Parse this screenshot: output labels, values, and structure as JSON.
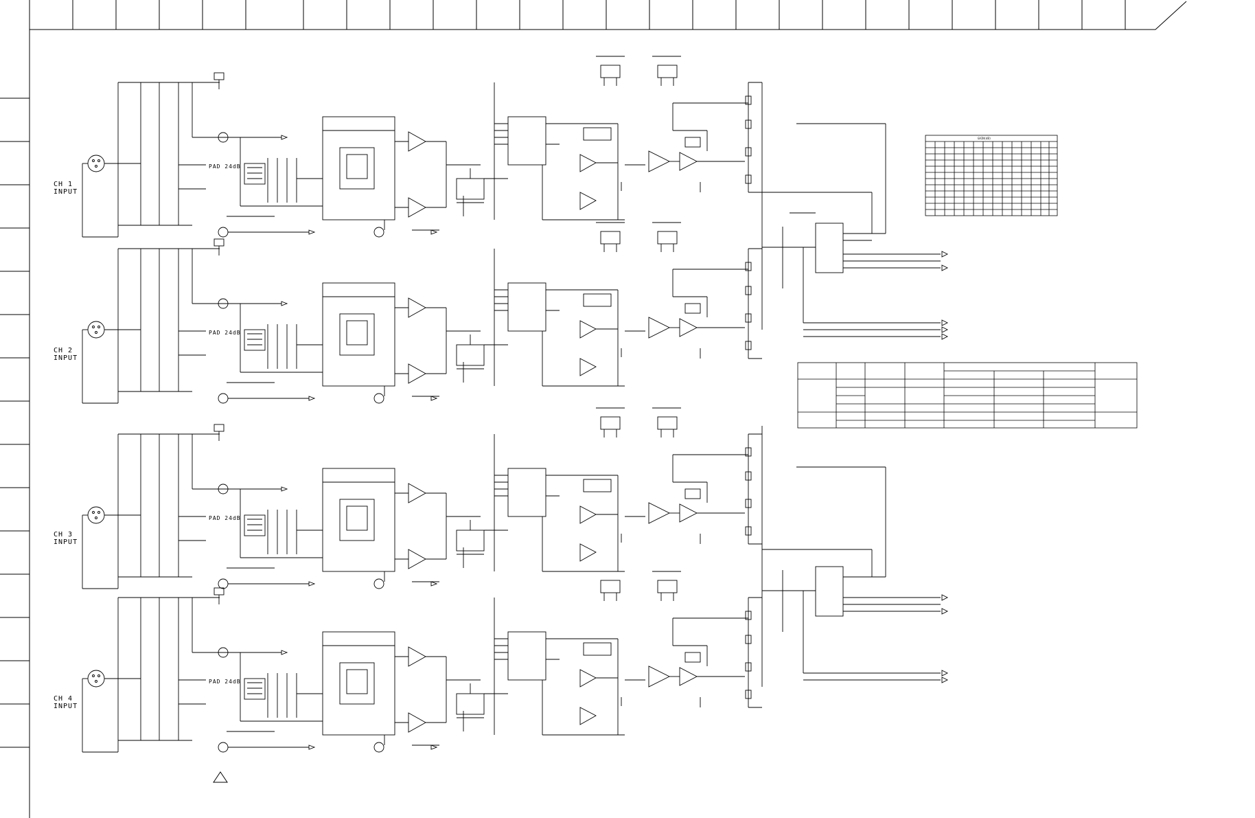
{
  "channels": [
    {
      "id": "ch1",
      "label": "CH 1",
      "sub": "INPUT",
      "pad": "PAD 24dB"
    },
    {
      "id": "ch2",
      "label": "CH 2",
      "sub": "INPUT",
      "pad": "PAD 24dB"
    },
    {
      "id": "ch3",
      "label": "CH 3",
      "sub": "INPUT",
      "pad": "PAD 24dB"
    },
    {
      "id": "ch4",
      "label": "CH 4",
      "sub": "INPUT",
      "pad": "PAD 24dB"
    }
  ],
  "gain_table_title": "GAIN(dB)",
  "colors": {
    "line": "#000000",
    "background": "#ffffff"
  }
}
